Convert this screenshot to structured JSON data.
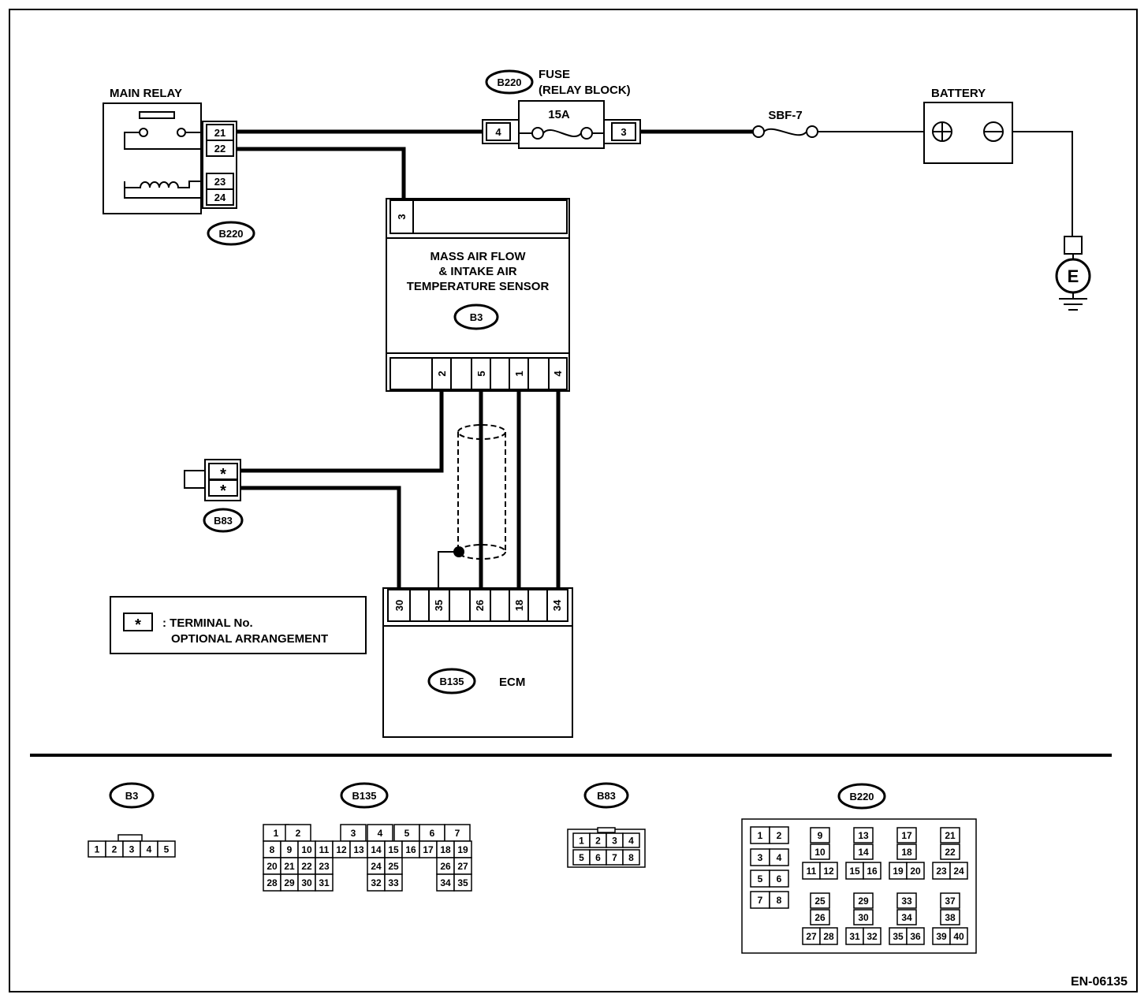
{
  "main_relay": {
    "label": "MAIN RELAY",
    "connector": "B220",
    "pins": [
      "21",
      "22",
      "23",
      "24"
    ]
  },
  "fuse": {
    "connector": "B220",
    "label_line1": "FUSE",
    "label_line2": "(RELAY BLOCK)",
    "rating": "15A",
    "pin_in": "4",
    "pin_out": "3"
  },
  "sbf": {
    "label": "SBF-7"
  },
  "battery": {
    "label": "BATTERY",
    "plus": "+",
    "minus": "−"
  },
  "ground": {
    "label": "E"
  },
  "maf_sensor": {
    "line1": "MASS AIR FLOW",
    "line2": "& INTAKE AIR",
    "line3": "TEMPERATURE SENSOR",
    "connector": "B3",
    "top_pin": "3",
    "bottom_pins": [
      "2",
      "5",
      "1",
      "4"
    ]
  },
  "b83": {
    "connector": "B83",
    "pins": [
      "*",
      "*"
    ]
  },
  "legend": {
    "symbol": "*",
    "line1": ": TERMINAL No.",
    "line2": "OPTIONAL ARRANGEMENT"
  },
  "ecm": {
    "connector": "B135",
    "label": "ECM",
    "pins": [
      "30",
      "35",
      "26",
      "18",
      "34"
    ]
  },
  "connector_views": {
    "b3": {
      "label": "B3",
      "pins": [
        "1",
        "2",
        "3",
        "4",
        "5"
      ]
    },
    "b135": {
      "label": "B135",
      "row1": [
        "1",
        "2",
        "",
        "3",
        "4",
        "5",
        "6",
        "7"
      ],
      "row2": [
        "8",
        "9",
        "10",
        "11",
        "12",
        "13",
        "14",
        "15",
        "16",
        "17",
        "18",
        "19"
      ],
      "row3": [
        "20",
        "21",
        "22",
        "23",
        "24",
        "25",
        "26",
        "27"
      ],
      "row4": [
        "28",
        "29",
        "30",
        "31",
        "32",
        "33",
        "34",
        "35"
      ]
    },
    "b83": {
      "label": "B83",
      "row1": [
        "1",
        "2",
        "3",
        "4"
      ],
      "row2": [
        "5",
        "6",
        "7",
        "8"
      ]
    },
    "b220": {
      "label": "B220",
      "left": [
        [
          "1",
          "2"
        ],
        [
          "3",
          "4"
        ],
        [
          "5",
          "6"
        ],
        [
          "7",
          "8"
        ]
      ],
      "groups": [
        [
          "9",
          "10",
          "11",
          "12"
        ],
        [
          "13",
          "14",
          "15",
          "16"
        ],
        [
          "17",
          "18",
          "19",
          "20"
        ],
        [
          "21",
          "22",
          "23",
          "24"
        ],
        [
          "25",
          "26",
          "27",
          "28"
        ],
        [
          "29",
          "30",
          "31",
          "32"
        ],
        [
          "33",
          "34",
          "35",
          "36"
        ],
        [
          "37",
          "38",
          "39",
          "40"
        ]
      ]
    }
  },
  "figure_id": "EN-06135"
}
